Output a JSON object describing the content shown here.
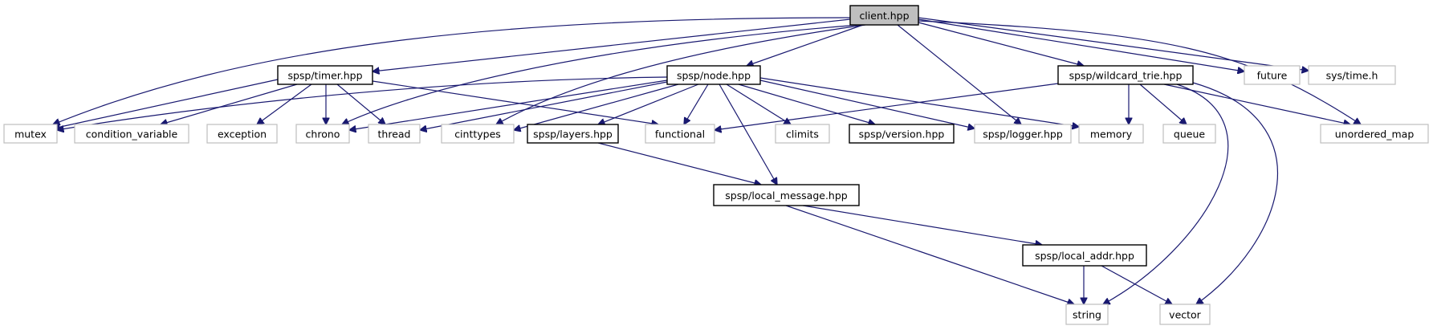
{
  "title": "client.hpp include dependency graph",
  "colors": {
    "edge": "#191970",
    "root_fill": "#bfbfbf",
    "local_border": "#000000",
    "external_border": "#bfbfbf"
  },
  "nodes": [
    {
      "id": "client",
      "label": "client.hpp",
      "kind": "root"
    },
    {
      "id": "timer",
      "label": "spsp/timer.hpp",
      "kind": "local"
    },
    {
      "id": "node",
      "label": "spsp/node.hpp",
      "kind": "local"
    },
    {
      "id": "wildcard",
      "label": "spsp/wildcard_trie.hpp",
      "kind": "local"
    },
    {
      "id": "future",
      "label": "future",
      "kind": "external"
    },
    {
      "id": "systime",
      "label": "sys/time.h",
      "kind": "external"
    },
    {
      "id": "mutex",
      "label": "mutex",
      "kind": "external"
    },
    {
      "id": "condvar",
      "label": "condition_variable",
      "kind": "external"
    },
    {
      "id": "exception",
      "label": "exception",
      "kind": "external"
    },
    {
      "id": "chrono",
      "label": "chrono",
      "kind": "external"
    },
    {
      "id": "thread",
      "label": "thread",
      "kind": "external"
    },
    {
      "id": "cinttypes",
      "label": "cinttypes",
      "kind": "external"
    },
    {
      "id": "layers",
      "label": "spsp/layers.hpp",
      "kind": "local"
    },
    {
      "id": "functional",
      "label": "functional",
      "kind": "external"
    },
    {
      "id": "climits",
      "label": "climits",
      "kind": "external"
    },
    {
      "id": "version",
      "label": "spsp/version.hpp",
      "kind": "local"
    },
    {
      "id": "logger",
      "label": "spsp/logger.hpp",
      "kind": "external"
    },
    {
      "id": "memory",
      "label": "memory",
      "kind": "external"
    },
    {
      "id": "queue",
      "label": "queue",
      "kind": "external"
    },
    {
      "id": "umap",
      "label": "unordered_map",
      "kind": "external"
    },
    {
      "id": "localmsg",
      "label": "spsp/local_message.hpp",
      "kind": "local"
    },
    {
      "id": "localaddr",
      "label": "spsp/local_addr.hpp",
      "kind": "local"
    },
    {
      "id": "string",
      "label": "string",
      "kind": "external"
    },
    {
      "id": "vector",
      "label": "vector",
      "kind": "external"
    }
  ],
  "edges": [
    {
      "from": "client",
      "to": "mutex"
    },
    {
      "from": "client",
      "to": "timer"
    },
    {
      "from": "client",
      "to": "chrono"
    },
    {
      "from": "client",
      "to": "cinttypes"
    },
    {
      "from": "client",
      "to": "node"
    },
    {
      "from": "client",
      "to": "logger"
    },
    {
      "from": "client",
      "to": "wildcard"
    },
    {
      "from": "client",
      "to": "umap"
    },
    {
      "from": "client",
      "to": "future"
    },
    {
      "from": "client",
      "to": "systime"
    },
    {
      "from": "timer",
      "to": "mutex"
    },
    {
      "from": "timer",
      "to": "condvar"
    },
    {
      "from": "timer",
      "to": "exception"
    },
    {
      "from": "timer",
      "to": "chrono"
    },
    {
      "from": "timer",
      "to": "thread"
    },
    {
      "from": "timer",
      "to": "functional"
    },
    {
      "from": "node",
      "to": "mutex"
    },
    {
      "from": "node",
      "to": "chrono"
    },
    {
      "from": "node",
      "to": "thread"
    },
    {
      "from": "node",
      "to": "cinttypes"
    },
    {
      "from": "node",
      "to": "layers"
    },
    {
      "from": "node",
      "to": "functional"
    },
    {
      "from": "node",
      "to": "climits"
    },
    {
      "from": "node",
      "to": "version"
    },
    {
      "from": "node",
      "to": "logger"
    },
    {
      "from": "node",
      "to": "memory"
    },
    {
      "from": "node",
      "to": "localmsg"
    },
    {
      "from": "wildcard",
      "to": "functional"
    },
    {
      "from": "wildcard",
      "to": "memory"
    },
    {
      "from": "wildcard",
      "to": "queue"
    },
    {
      "from": "wildcard",
      "to": "umap"
    },
    {
      "from": "wildcard",
      "to": "string"
    },
    {
      "from": "wildcard",
      "to": "vector"
    },
    {
      "from": "layers",
      "to": "localmsg"
    },
    {
      "from": "localmsg",
      "to": "localaddr"
    },
    {
      "from": "localmsg",
      "to": "string"
    },
    {
      "from": "localaddr",
      "to": "string"
    },
    {
      "from": "localaddr",
      "to": "vector"
    }
  ]
}
